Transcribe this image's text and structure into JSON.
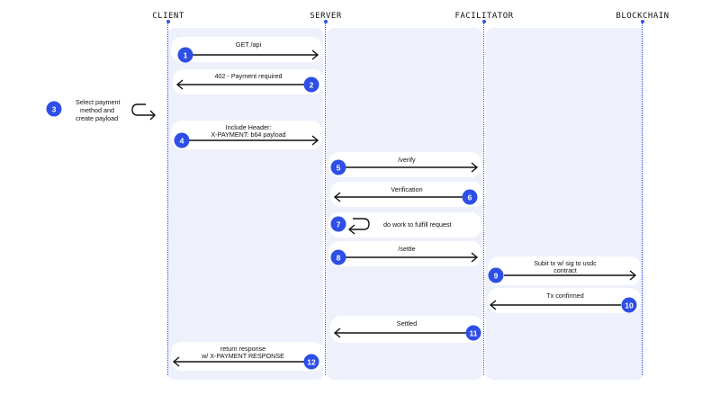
{
  "columns": {
    "client": "CLIENT",
    "server": "SERVER",
    "facilitator": "FACILITATOR",
    "blockchain": "BLOCKCHAIN"
  },
  "colors": {
    "accent": "#2e4fe6",
    "lane_fill": "#eef1fc",
    "arrow": "#111111"
  },
  "steps": [
    {
      "num": "1",
      "lines": [
        "GET /api"
      ]
    },
    {
      "num": "2",
      "lines": [
        "402 - Payment required"
      ]
    },
    {
      "num": "3",
      "lines": [
        "Select payment",
        "method and",
        "create payload"
      ]
    },
    {
      "num": "4",
      "lines": [
        "Include Header:",
        "X-PAYMENT: b64 payload"
      ]
    },
    {
      "num": "5",
      "lines": [
        "/verify"
      ]
    },
    {
      "num": "6",
      "lines": [
        "Verification"
      ]
    },
    {
      "num": "7",
      "lines": [
        "do work to fulfill request"
      ]
    },
    {
      "num": "8",
      "lines": [
        "/settle"
      ]
    },
    {
      "num": "9",
      "lines": [
        "Subit tx w/ sig to usdc",
        "contract"
      ]
    },
    {
      "num": "10",
      "lines": [
        "Tx confirmed"
      ]
    },
    {
      "num": "11",
      "lines": [
        "Settled"
      ]
    },
    {
      "num": "12",
      "lines": [
        "return response",
        "w/ X-PAYMENT RESPONSE"
      ]
    }
  ]
}
